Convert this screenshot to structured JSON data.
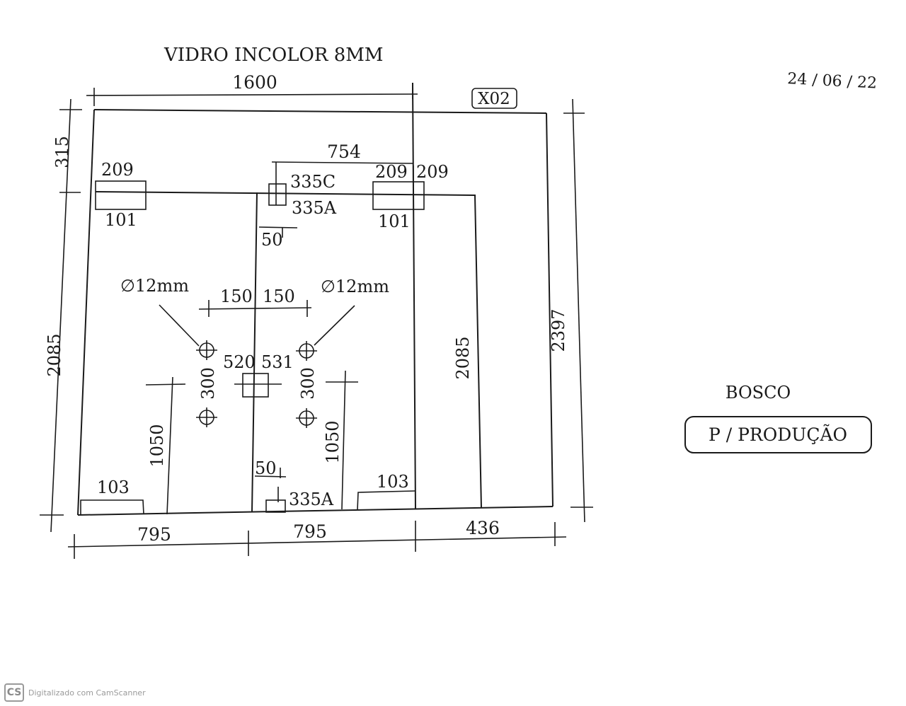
{
  "drawing": {
    "title": "VIDRO INCOLOR 8MM",
    "date": "24 / 06 / 22",
    "piece_id": "X02",
    "client": "BOSCO",
    "stamp": "P / PRODUÇÃO"
  },
  "dimensions": {
    "top_width": "1600",
    "left_top": "315",
    "left_height": "2085",
    "right_total": "2397",
    "inner_right_height": "2085",
    "span_754": "754",
    "hinge_left_w": "209",
    "hinge_left_h": "101",
    "hinge_right_w_a": "209",
    "hinge_right_w_b": "209",
    "hinge_right_h": "101",
    "cut_335c": "335C",
    "cut_335a_top": "335A",
    "offset_50_top": "50",
    "hole_left_label": "∅12mm",
    "hole_right_label": "∅12mm",
    "spacing_150_left": "150",
    "spacing_150_right": "150",
    "center_520": "520",
    "center_531": "531",
    "vert_300_left": "300",
    "vert_300_right": "300",
    "height_1050_left": "1050",
    "height_1050_right": "1050",
    "offset_50_bottom": "50",
    "cut_335a_bottom": "335A",
    "notch_103_left": "103",
    "notch_103_right": "103",
    "bottom_795_a": "795",
    "bottom_795_b": "795",
    "bottom_436": "436"
  },
  "footer": {
    "logo": "CS",
    "text": "Digitalizado com CamScanner"
  }
}
